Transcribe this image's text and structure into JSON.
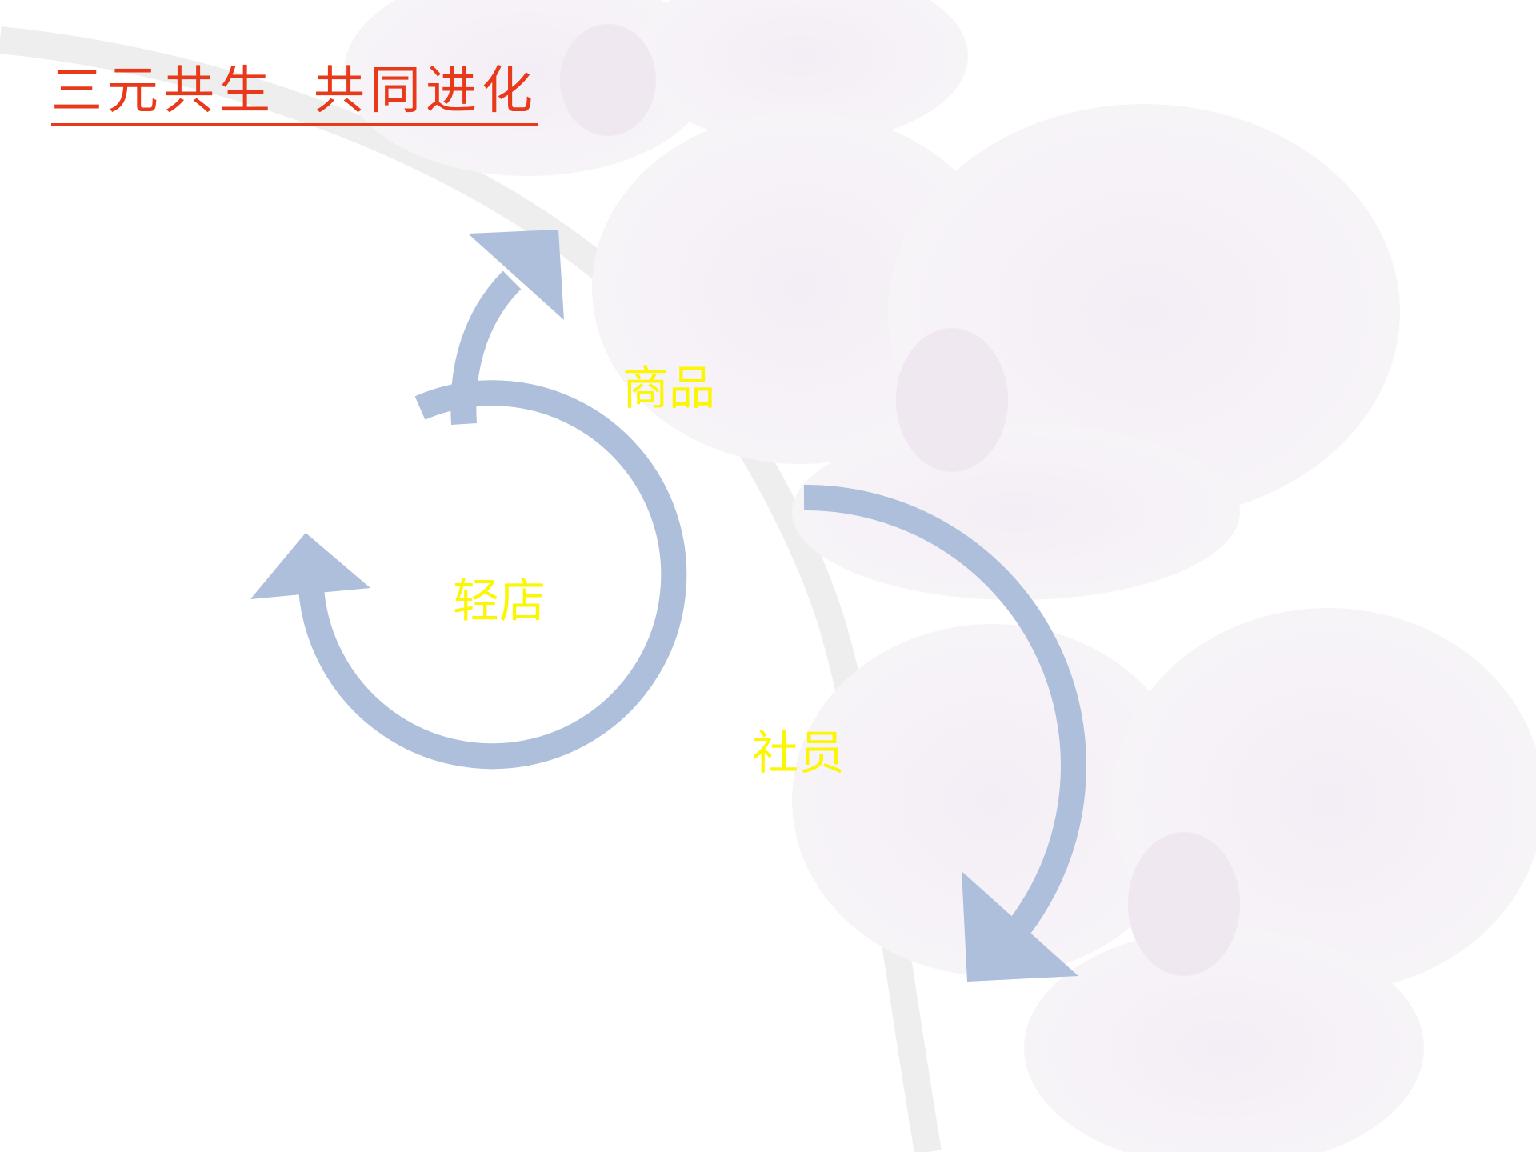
{
  "slide": {
    "title_part1": "三元共生",
    "title_part2": "共同进化"
  },
  "diagram": {
    "labels": {
      "goods": "商品",
      "light_store": "轻店",
      "member": "社员"
    }
  },
  "colors": {
    "title": "#e8391b",
    "arrow": "#aebfdb",
    "label": "#fbf604"
  }
}
